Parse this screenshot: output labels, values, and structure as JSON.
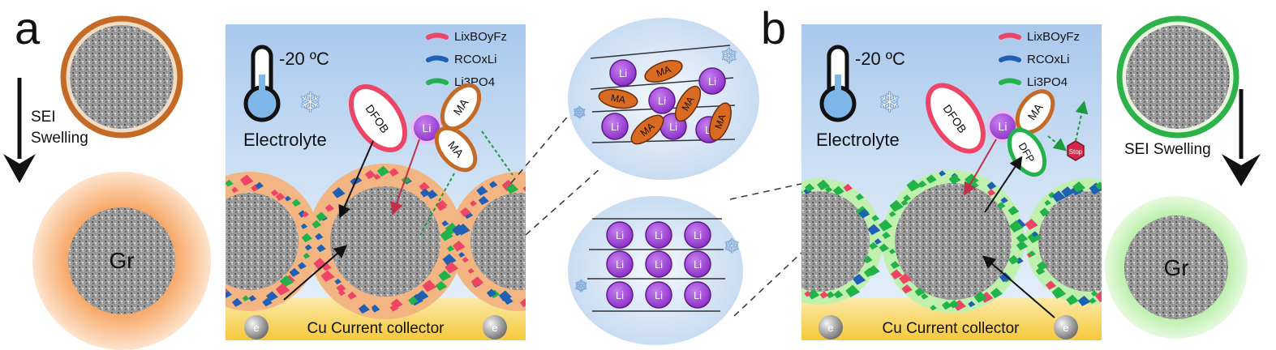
{
  "panels": {
    "a": {
      "letter": "a",
      "sei_label_line1": "SEI",
      "sei_label_line2": "Swelling",
      "temperature": "-20 ºC",
      "electrolyte": "Electrolyte",
      "anion": "DFOB",
      "cation": "Li",
      "solvent": "MA",
      "collector": "Cu Current collector",
      "electron": "e",
      "particle": "Gr"
    },
    "b": {
      "letter": "b",
      "sei_label": "SEI Swelling",
      "temperature": "-20 ºC",
      "electrolyte": "Electrolyte",
      "anion": "DFOB",
      "anion2": "DFP",
      "cation": "Li",
      "solvent": "MA",
      "stop": "Stop",
      "collector": "Cu Current collector",
      "electron": "e",
      "particle": "Gr"
    }
  },
  "legend": [
    {
      "label": "LixBOyFz",
      "color": "#ee4466"
    },
    {
      "label": "RCOxLi",
      "color": "#1f5fb4"
    },
    {
      "label": "Li3PO4",
      "color": "#22b24a"
    }
  ],
  "zoom": {
    "top_li": "Li",
    "top_ma": "MA",
    "bottom_li": "Li"
  },
  "colors": {
    "sei_a": "#f2a05e",
    "sei_b": "#7ee07a",
    "li": "#a040d8",
    "collector": "#f7d04a"
  }
}
